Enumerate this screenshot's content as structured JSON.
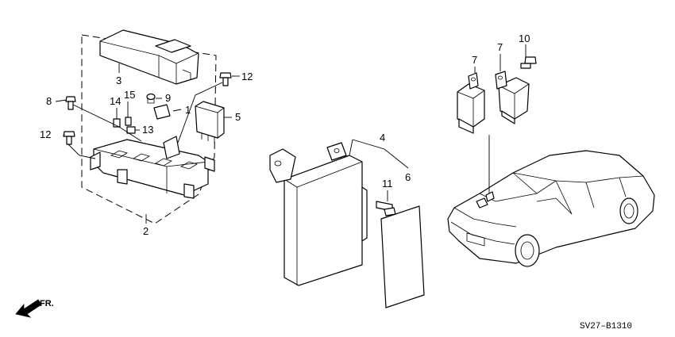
{
  "callouts": {
    "c1": "1",
    "c2": "2",
    "c3": "3",
    "c4": "4",
    "c5": "5",
    "c6": "6",
    "c7a": "7",
    "c7b": "7",
    "c8": "8",
    "c9": "9",
    "c10": "10",
    "c11": "11",
    "c12a": "12",
    "c12b": "12",
    "c13": "13",
    "c14": "14",
    "c15": "15"
  },
  "front_label": "FR.",
  "diagram_code": "SV27–B1310"
}
